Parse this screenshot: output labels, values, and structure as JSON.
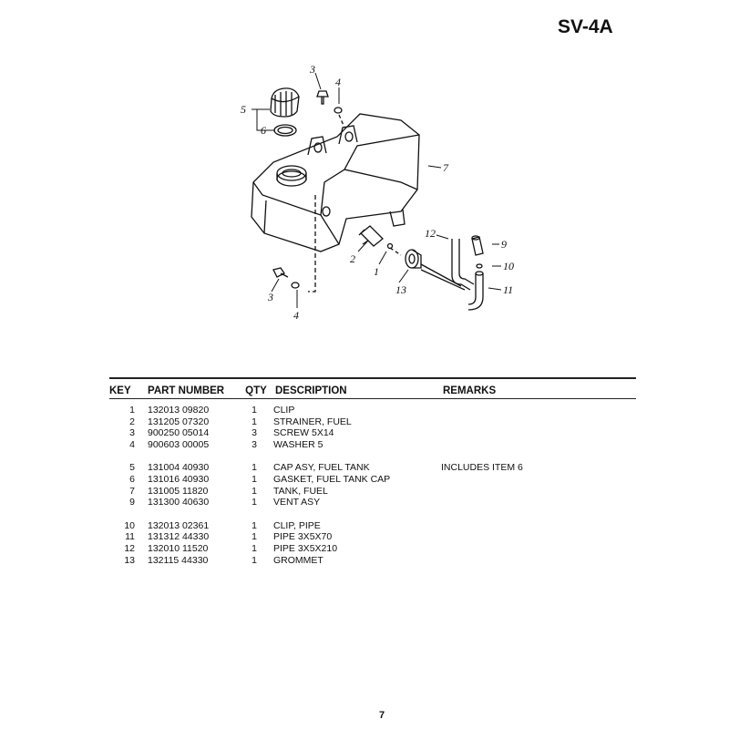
{
  "page_code": "SV-4A",
  "page_number": "7",
  "callouts": {
    "c1a": "3",
    "c1b": "4",
    "c2": "5",
    "c3": "6",
    "c4": "7",
    "c5": "12",
    "c6": "9",
    "c7": "10",
    "c8": "11",
    "c9": "2",
    "c10": "1",
    "c11": "13",
    "c12": "3",
    "c13": "4"
  },
  "table": {
    "headers": {
      "key": "KEY",
      "part": "PART NUMBER",
      "qty": "QTY",
      "desc": "DESCRIPTION",
      "remarks": "REMARKS"
    },
    "groups": [
      [
        {
          "key": "1",
          "part": "132013 09820",
          "qty": "1",
          "desc": "CLIP",
          "remarks": ""
        },
        {
          "key": "2",
          "part": "131205 07320",
          "qty": "1",
          "desc": "STRAINER, FUEL",
          "remarks": ""
        },
        {
          "key": "3",
          "part": "900250 05014",
          "qty": "3",
          "desc": "SCREW 5X14",
          "remarks": ""
        },
        {
          "key": "4",
          "part": "900603 00005",
          "qty": "3",
          "desc": "WASHER 5",
          "remarks": ""
        }
      ],
      [
        {
          "key": "5",
          "part": "131004 40930",
          "qty": "1",
          "desc": "CAP ASY, FUEL TANK",
          "remarks": "INCLUDES ITEM 6"
        },
        {
          "key": "6",
          "part": "131016 40930",
          "qty": "1",
          "desc": "GASKET, FUEL TANK CAP",
          "remarks": ""
        },
        {
          "key": "7",
          "part": "131005 11820",
          "qty": "1",
          "desc": "TANK, FUEL",
          "remarks": ""
        },
        {
          "key": "9",
          "part": "131300 40630",
          "qty": "1",
          "desc": "VENT ASY",
          "remarks": ""
        }
      ],
      [
        {
          "key": "10",
          "part": "132013 02361",
          "qty": "1",
          "desc": "CLIP, PIPE",
          "remarks": ""
        },
        {
          "key": "11",
          "part": "131312 44330",
          "qty": "1",
          "desc": "PIPE 3X5X70",
          "remarks": ""
        },
        {
          "key": "12",
          "part": "132010 11520",
          "qty": "1",
          "desc": "PIPE 3X5X210",
          "remarks": ""
        },
        {
          "key": "13",
          "part": "132115 44330",
          "qty": "1",
          "desc": "GROMMET",
          "remarks": ""
        }
      ]
    ]
  }
}
